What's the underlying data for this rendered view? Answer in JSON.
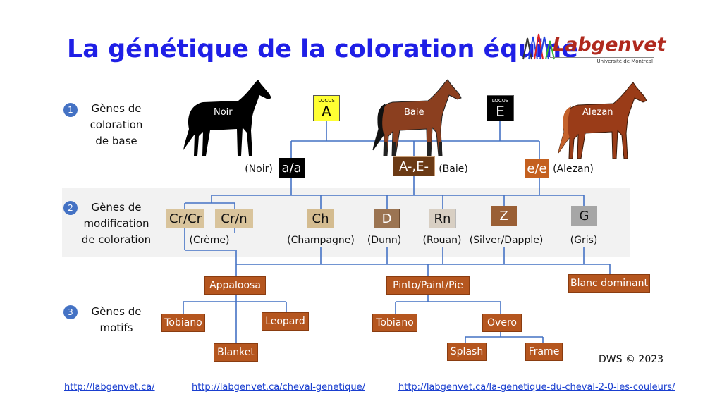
{
  "title": "La génétique de la coloration équine",
  "logo": {
    "name": "Labgenvet",
    "subtitle": "Université de Montréal"
  },
  "sections": [
    {
      "num": "1",
      "lines": [
        "Gènes de",
        "coloration",
        "de base"
      ]
    },
    {
      "num": "2",
      "lines": [
        "Gènes de",
        "modification",
        "de coloration"
      ]
    },
    {
      "num": "3",
      "lines": [
        "Gènes de",
        "motifs"
      ]
    }
  ],
  "horses": {
    "noir": "Noir",
    "baie": "Baie",
    "alezan": "Alezan"
  },
  "locus": {
    "caption": "LOCUS",
    "a": "A",
    "e": "E"
  },
  "base": {
    "aa": "a/a",
    "aa_label": "(Noir)",
    "ae": "A-,E-",
    "ae_label": "(Baie)",
    "ee": "e/e",
    "ee_label": "(Alezan)"
  },
  "modifiers": {
    "crcr": "Cr/Cr",
    "crn": "Cr/n",
    "cr_label": "(Crème)",
    "ch": "Ch",
    "ch_label": "(Champagne)",
    "d": "D",
    "d_label": "(Dunn)",
    "rn": "Rn",
    "rn_label": "(Rouan)",
    "z": "Z",
    "z_label": "(Silver/Dapple)",
    "g": "G",
    "g_label": "(Gris)"
  },
  "patterns": {
    "appaloosa": "Appaloosa",
    "tobiano1": "Tobiano",
    "leopard": "Leopard",
    "blanket": "Blanket",
    "pinto": "Pinto/Paint/Pie",
    "tobiano2": "Tobiano",
    "overo": "Overo",
    "splash": "Splash",
    "frame": "Frame",
    "blanc": "Blanc dominant"
  },
  "credit": "DWS © 2023",
  "links": [
    "http://labgenvet.ca/",
    "http://labgenvet.ca/cheval-genetique/",
    "http://labgenvet.ca/la-genetique-du-cheval-2-0-les-couleurs/"
  ],
  "colors": {
    "title": "#1f1fe6",
    "line": "#4472c4",
    "pattern_box": "#b5561f",
    "locus_a": "#ffff33",
    "locus_e": "#000000"
  }
}
